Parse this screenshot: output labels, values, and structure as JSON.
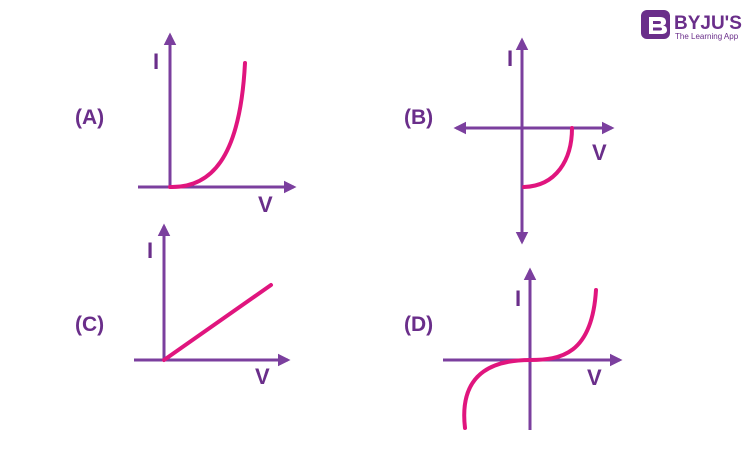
{
  "logo": {
    "name": "BYJU'S",
    "tagline": "The Learning App",
    "color": "#6a2e8a"
  },
  "colors": {
    "axis": "#7b3f9e",
    "curve": "#e0157e",
    "label": "#6a2e8a"
  },
  "panels": [
    {
      "id": "A",
      "label": "(A)",
      "y_axis_label": "I",
      "x_axis_label": "V",
      "curve": "exponential-rise"
    },
    {
      "id": "B",
      "label": "(B)",
      "y_axis_label": "I",
      "x_axis_label": "V",
      "curve": "quarter-arc-fourth-quadrant"
    },
    {
      "id": "C",
      "label": "(C)",
      "y_axis_label": "I",
      "x_axis_label": "V",
      "curve": "linear"
    },
    {
      "id": "D",
      "label": "(D)",
      "y_axis_label": "I",
      "x_axis_label": "V",
      "curve": "cubic"
    }
  ]
}
